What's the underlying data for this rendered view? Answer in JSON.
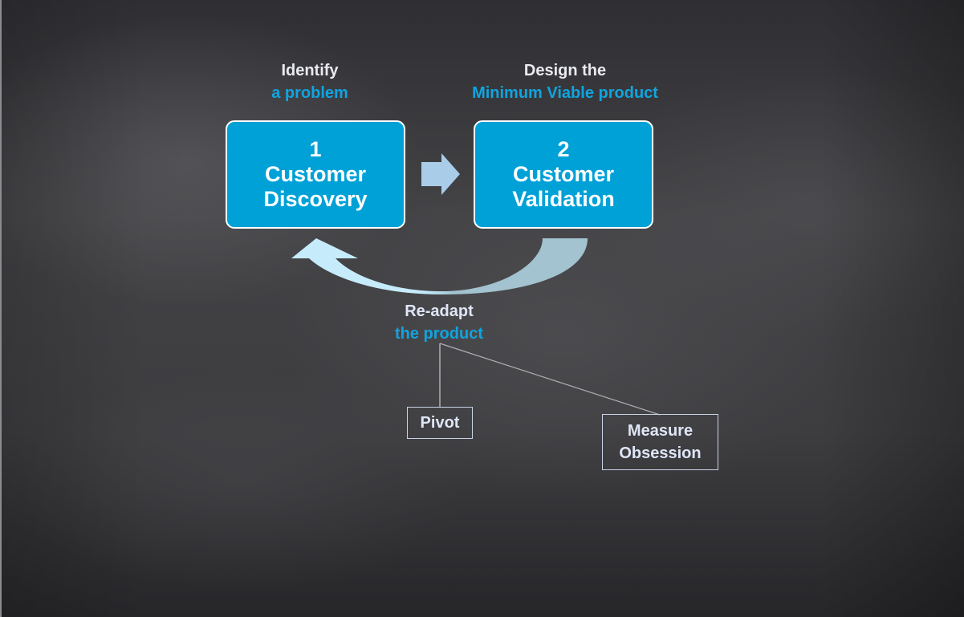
{
  "colors": {
    "box_fill": "#00a1d7",
    "box_border": "#ffffff",
    "accent_text": "#10a4e0",
    "white_text": "#e9eaf0",
    "forward_arrow": "#a9cde9",
    "loop_arrow_start": "#c6ecfb",
    "loop_arrow_end": "#a2c3cf",
    "connector_line": "#b0b0b4"
  },
  "step1": {
    "caption_line1": "Identify",
    "caption_line2": "a problem",
    "number": "1",
    "title_line1": "Customer",
    "title_line2": "Discovery"
  },
  "step2": {
    "caption_line1": "Design the",
    "caption_line2": "Minimum Viable product",
    "number": "2",
    "title_line1": "Customer",
    "title_line2": "Validation"
  },
  "loop": {
    "caption_line1": "Re-adapt",
    "caption_line2": "the product"
  },
  "outcomes": [
    {
      "label_line1": "Pivot",
      "label_line2": ""
    },
    {
      "label_line1": "Measure",
      "label_line2": "Obsession"
    }
  ]
}
